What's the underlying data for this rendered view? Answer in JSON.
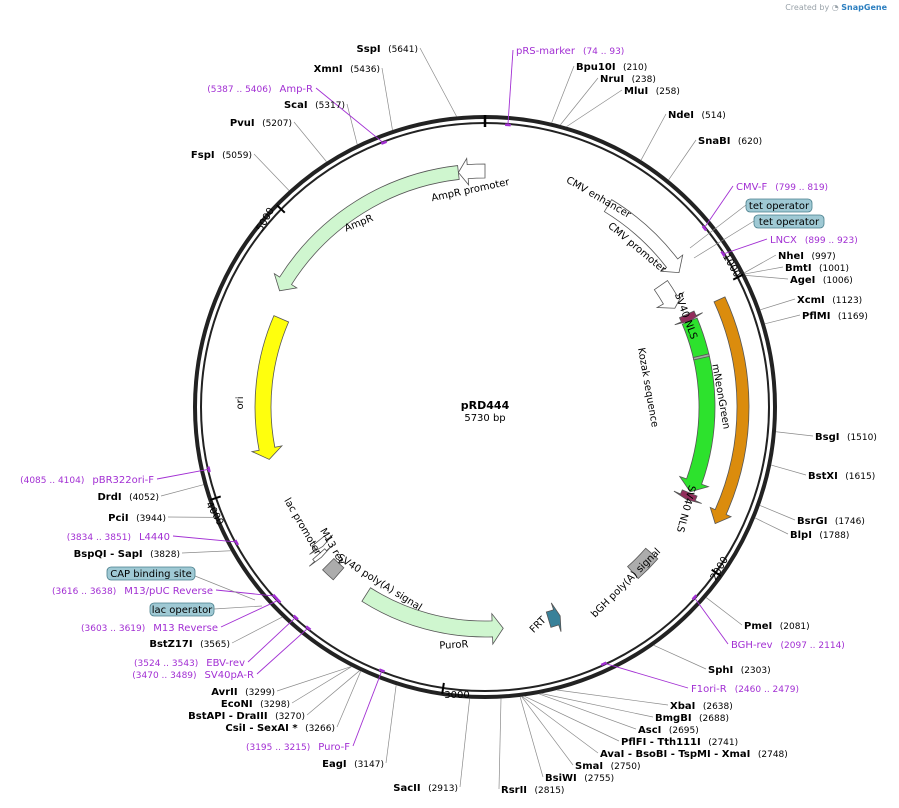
{
  "credit": {
    "prefix": "Created by",
    "brand": "SnapGene"
  },
  "plasmid": {
    "name": "pRD444",
    "size_label": "5730 bp",
    "length": 5730
  },
  "ruler": [
    {
      "bp": 1000,
      "label": "1000"
    },
    {
      "bp": 2000,
      "label": "2000"
    },
    {
      "bp": 3000,
      "label": "3000"
    },
    {
      "bp": 4000,
      "label": "4000"
    },
    {
      "bp": 5000,
      "label": "5000"
    }
  ],
  "features": [
    {
      "name": "AmpR promoter",
      "start": 5627,
      "end": 5730,
      "dir": -1,
      "ring": 1,
      "color": "#ffffff"
    },
    {
      "name": "AmpR",
      "start": 4767,
      "end": 5627,
      "dir": -1,
      "ring": 1,
      "color": "#ccf5cc"
    },
    {
      "name": "ori",
      "start": 4080,
      "end": 4670,
      "dir": -1,
      "ring": 3,
      "color": "#ffff00"
    },
    {
      "name": "lac promoter",
      "start": 3650,
      "end": 3680,
      "dir": -1,
      "ring": 2,
      "color": "#ffffff"
    },
    {
      "name": "M13 rev",
      "start": 3620,
      "end": 3637,
      "dir": -1,
      "ring": 3,
      "color": "#ffffff"
    },
    {
      "name": "SV40 poly(A) signal",
      "start": 3522,
      "end": 3580,
      "dir": 0,
      "ring": 3,
      "color": "#a8a8a8"
    },
    {
      "name": "PuroR",
      "start": 2790,
      "end": 3380,
      "dir": -1,
      "ring": 3,
      "color": "#ccf5cc"
    },
    {
      "name": "FRT",
      "start": 2550,
      "end": 2600,
      "dir": -1,
      "ring": 3,
      "color": "#2e7a94"
    },
    {
      "name": "bGH poly(A) signal",
      "start": 2090,
      "end": 2200,
      "dir": 0,
      "ring": 3,
      "color": "#a8a8a8"
    },
    {
      "name": "CMV enhancer",
      "start": 500,
      "end": 880,
      "dir": 1,
      "ring": 1,
      "color": "#ffffff"
    },
    {
      "name": "CMV promoter",
      "start": 880,
      "end": 995,
      "dir": 1,
      "ring": 2,
      "color": "#ffffff"
    },
    {
      "name": "SV40 NLS",
      "start": 1040,
      "end": 1070,
      "dir": 1,
      "ring": 3,
      "color": "#8b2252"
    },
    {
      "name": "mNeonGreen",
      "start": 1070,
      "end": 1790,
      "dir": 1,
      "ring": 3,
      "color": "#22e022"
    },
    {
      "name": "SV40 NLS",
      "start": 1795,
      "end": 1825,
      "dir": 1,
      "ring": 3,
      "color": "#8b2252"
    },
    {
      "name": "Kozak sequence",
      "start": 1220,
      "end": 1230,
      "dir": 0,
      "ring": 3,
      "color": "#a8a8a8"
    },
    {
      "name": "LNCX",
      "start": 1040,
      "end": 1860,
      "dir": 1,
      "ring": 0,
      "color": "#d98600"
    }
  ],
  "enzymes": [
    {
      "name": "SspI",
      "pos": "(5641)"
    },
    {
      "name": "XmnI",
      "pos": "(5436)"
    },
    {
      "name": "ScaI",
      "pos": "(5317)"
    },
    {
      "name": "PvuI",
      "pos": "(5207)"
    },
    {
      "name": "FspI",
      "pos": "(5059)"
    },
    {
      "name": "Bpu10I",
      "pos": "(210)"
    },
    {
      "name": "NruI",
      "pos": "(238)"
    },
    {
      "name": "MluI",
      "pos": "(258)"
    },
    {
      "name": "NdeI",
      "pos": "(514)"
    },
    {
      "name": "SnaBI",
      "pos": "(620)"
    },
    {
      "name": "NheI",
      "pos": "(997)"
    },
    {
      "name": "BmtI",
      "pos": "(1001)"
    },
    {
      "name": "AgeI",
      "pos": "(1006)"
    },
    {
      "name": "XcmI",
      "pos": "(1123)"
    },
    {
      "name": "PflMI",
      "pos": "(1169)"
    },
    {
      "name": "BsgI",
      "pos": "(1510)"
    },
    {
      "name": "BstXI",
      "pos": "(1615)"
    },
    {
      "name": "BsrGI",
      "pos": "(1746)"
    },
    {
      "name": "BlpI",
      "pos": "(1788)"
    },
    {
      "name": "PmeI",
      "pos": "(2081)"
    },
    {
      "name": "SphI",
      "pos": "(2303)"
    },
    {
      "name": "XbaI",
      "pos": "(2638)"
    },
    {
      "name": "BmgBI",
      "pos": "(2688)"
    },
    {
      "name": "AscI",
      "pos": "(2695)"
    },
    {
      "name": "PflFI - Tth111I",
      "pos": "(2741)"
    },
    {
      "name": "AvaI - BsoBI - TspMI - XmaI",
      "pos": "(2748)"
    },
    {
      "name": "SmaI",
      "pos": "(2750)"
    },
    {
      "name": "BsiWI",
      "pos": "(2755)"
    },
    {
      "name": "RsrII",
      "pos": "(2815)"
    },
    {
      "name": "SacII",
      "pos": "(2913)"
    },
    {
      "name": "EagI",
      "pos": "(3147)"
    },
    {
      "name": "CsiI - SexAI *",
      "pos": "(3266)"
    },
    {
      "name": "BstAPI - DraIII",
      "pos": "(3270)"
    },
    {
      "name": "EcoNI",
      "pos": "(3298)"
    },
    {
      "name": "AvrII",
      "pos": "(3299)"
    },
    {
      "name": "BstZ17I",
      "pos": "(3565)"
    },
    {
      "name": "BspQI - SapI",
      "pos": "(3828)"
    },
    {
      "name": "PciI",
      "pos": "(3944)"
    },
    {
      "name": "DrdI",
      "pos": "(4052)"
    }
  ],
  "primers": [
    {
      "name": "pRS-marker",
      "range": "(74 .. 93)"
    },
    {
      "name": "Amp-R",
      "range": "(5387 .. 5406)"
    },
    {
      "name": "CMV-F",
      "range": "(799 .. 819)"
    },
    {
      "name": "LNCX",
      "range": "(899 .. 923)"
    },
    {
      "name": "BGH-rev",
      "range": "(2097 .. 2114)"
    },
    {
      "name": "F1ori-R",
      "range": "(2460 .. 2479)"
    },
    {
      "name": "Puro-F",
      "range": "(3195 .. 3215)"
    },
    {
      "name": "SV40pA-R",
      "range": "(3470 .. 3489)"
    },
    {
      "name": "EBV-rev",
      "range": "(3524 .. 3543)"
    },
    {
      "name": "M13 Reverse",
      "range": "(3603 .. 3619)"
    },
    {
      "name": "M13/pUC Reverse",
      "range": "(3616 .. 3638)"
    },
    {
      "name": "L4440",
      "range": "(3834 .. 3851)"
    },
    {
      "name": "pBR322ori-F",
      "range": "(4085 .. 4104)"
    }
  ],
  "boxes": [
    {
      "name": "tet operator"
    },
    {
      "name": "tet operator"
    },
    {
      "name": "CAP binding site"
    },
    {
      "name": "lac operator"
    }
  ]
}
